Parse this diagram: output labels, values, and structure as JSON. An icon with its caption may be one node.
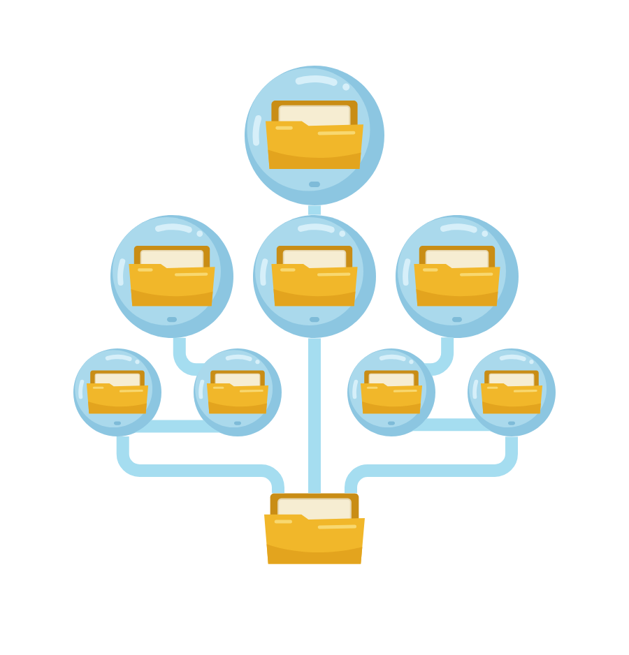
{
  "diagram": {
    "nodes": [
      {
        "text": [],
        "shape": "circle"
      },
      {
        "text": [],
        "shape": "circle"
      },
      {
        "text": [],
        "shape": "circle"
      },
      {
        "text": [],
        "shape": "circle"
      },
      {
        "text": [],
        "shape": "circle"
      },
      {
        "text": [],
        "shape": "circle"
      },
      {
        "text": [],
        "shape": "circle"
      },
      {
        "text": [],
        "shape": "circle"
      },
      {
        "text": [],
        "shape": "folder"
      }
    ],
    "edges": [
      {
        "from": 0,
        "to": 2,
        "arrow": "none"
      },
      {
        "from": 1,
        "to": 5,
        "arrow": "none"
      },
      {
        "from": 4,
        "to": 5,
        "arrow": "none"
      },
      {
        "from": 4,
        "to": 8,
        "arrow": "none"
      },
      {
        "from": 2,
        "to": 8,
        "arrow": "none"
      },
      {
        "from": 3,
        "to": 6,
        "arrow": "none"
      },
      {
        "from": 6,
        "to": 7,
        "arrow": "none"
      },
      {
        "from": 7,
        "to": 8,
        "arrow": "none"
      }
    ]
  }
}
